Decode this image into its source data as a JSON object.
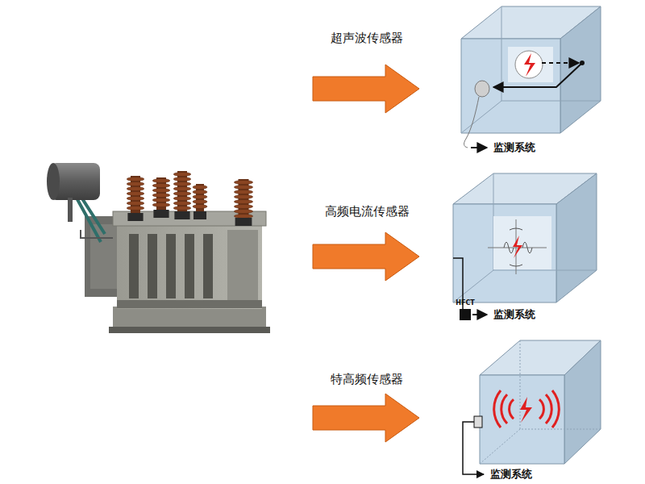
{
  "diagram": {
    "labels": [
      "超声波传感器",
      "监测系统",
      "高频电流传感器",
      "HFCT",
      "监测系统",
      "特高频传感器",
      "监测系统"
    ]
  }
}
